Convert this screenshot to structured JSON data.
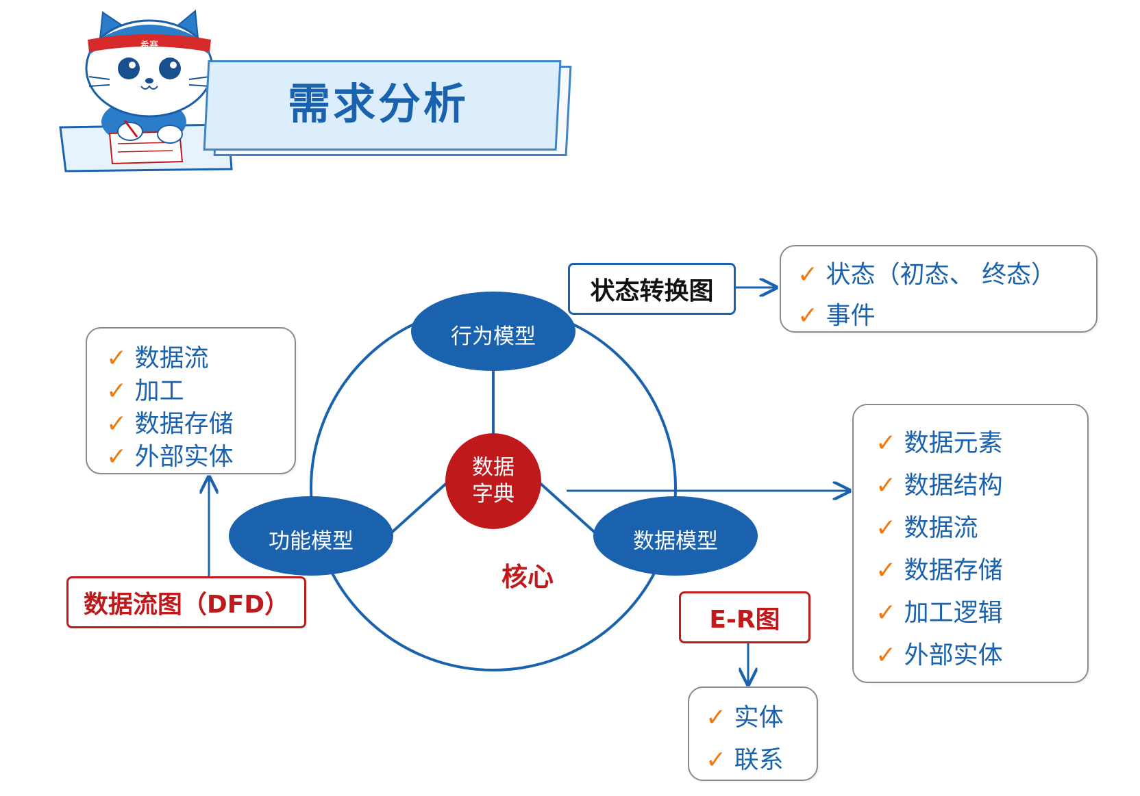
{
  "title": "需求分析",
  "mascot": {
    "headband_text": "希赛",
    "icon": "cat-mascot-icon"
  },
  "colors": {
    "blue": "#1a62ad",
    "red": "#c0191c",
    "check": "#f07a12"
  },
  "center": {
    "line1": "数据",
    "line2": "字典",
    "core_label": "核心"
  },
  "models": {
    "behavior": "行为模型",
    "function": "功能模型",
    "data": "数据模型"
  },
  "state_diagram": {
    "label": "状态转换图",
    "items": [
      "状态（初态、 终态）",
      "事件"
    ]
  },
  "dfd": {
    "label": "数据流图（DFD）",
    "items": [
      "数据流",
      "加工",
      "数据存储",
      "外部实体"
    ]
  },
  "data_dictionary_items": [
    "数据元素",
    "数据结构",
    "数据流",
    "数据存储",
    "加工逻辑",
    "外部实体"
  ],
  "er": {
    "label": "E-R图",
    "items": [
      "实体",
      "联系"
    ]
  },
  "check_mark": "✓"
}
